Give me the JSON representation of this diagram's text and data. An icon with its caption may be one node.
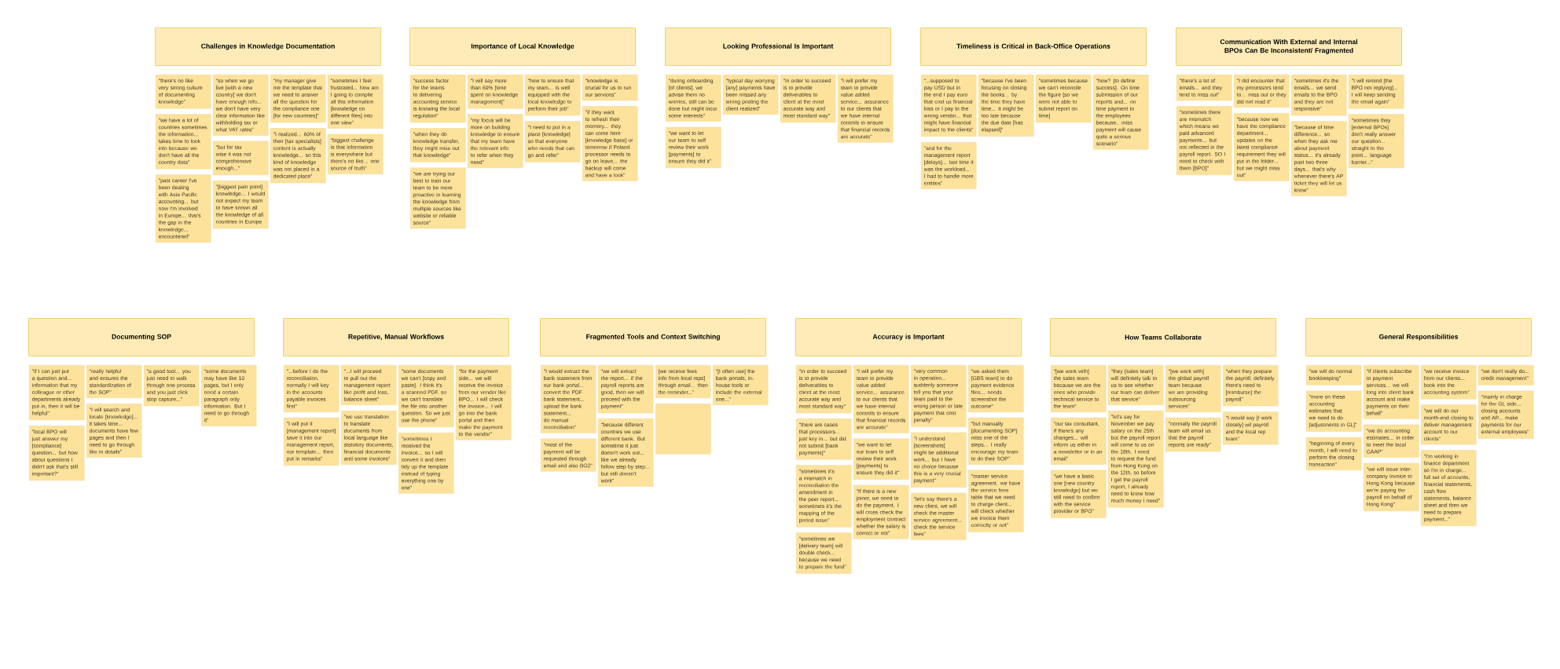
{
  "diagram": {
    "nodes": [
      {
        "text": [
          "Challenges in Knowledge Documentation"
        ]
      },
      {
        "text": [
          "\"there's no like very strong culture of documenting knowledge\""
        ]
      },
      {
        "text": [
          "\"we have a lot of countries sometimes the information... takes time to look into because we don't have all the country data\""
        ]
      },
      {
        "text": [
          "\"past career I've been dealing with Asia Pacific accounting... but now I'm involved in Europe... that's the gap in the knowledge... encountered\""
        ]
      },
      {
        "text": [
          "\"so when we go live [with a new country] we don't have enough info... we don't have very clear information like withholding tax or what VAT rates\""
        ]
      },
      {
        "text": [
          "\"but for tax wise it was not comprehensive enough...\""
        ]
      },
      {
        "text": [
          "\"[biggest pain point] knowledge... I would not expect my team to have known all the knowledge of all countries in Europe"
        ]
      },
      {
        "text": [
          "\"my manager give me the template that we need to answer all the question for the compliance one [for new countries]\""
        ]
      },
      {
        "text": [
          "\"I realized... 60% of their [tax specialists] content is actually knowledge... so this kind of knowledge was not placed in a dedicated place\""
        ]
      },
      {
        "text": [
          "\"sometimes I feel frustrated... how am I going to compile all this information [knowledge on different files] into one view\""
        ]
      },
      {
        "text": [
          "\"biggest challenge is that information is everywhere but there's no like... one source of truth\""
        ]
      },
      {
        "text": [
          "Importance of Local Knowledge"
        ]
      },
      {
        "text": [
          "\"success factor for the teams to delivering accounting service is knowing the local regulation\""
        ]
      },
      {
        "text": [
          "\"when they do knowledge transfer, they might miss out that knowledge\""
        ]
      },
      {
        "text": [
          "\"we are trying our best to train our team to be more proactive in learning the knowledge from multiple sources like website or reliable source\""
        ]
      },
      {
        "text": [
          "\"I will say more than 60% [time spent on knowledge management]\""
        ]
      },
      {
        "text": [
          "\"my focus will be more on building knowledge to ensure that my team have the relevant info to refer when they need\""
        ]
      },
      {
        "text": [
          "\"how to ensure that my team... is well equipped with the local knowledge to perform their job\""
        ]
      },
      {
        "text": [
          "\"I need to put in a place [knowledge] so that everyone who needs that can go and refer\""
        ]
      },
      {
        "text": [
          "\"knowledge is crucial for us to run our services\""
        ]
      },
      {
        "text": [
          "\"if they want to refresh their memory... they can come here [knowledge base] or tomorrow if Poland processor needs to go on leave... the backup will come and have a look\""
        ]
      },
      {
        "text": [
          "Looking Professional Is Important"
        ]
      },
      {
        "text": [
          "\"during onboarding [of clients], we advise them no worries, still can be done but might incur some interests\""
        ]
      },
      {
        "text": [
          "\"we want to let our team to self review their work [payments] to ensure they did it\""
        ]
      },
      {
        "text": [
          "\"typical day worrying [any] payments have been missed any wrong posting the client realized\""
        ]
      },
      {
        "text": [
          "\"in order to succeed is to provide deliverables to client at the most accurate way and most standard way\""
        ]
      },
      {
        "text": [
          "\"I will prefer my team to provide value added service... assurance to our clients that we have internal controls to ensure that financial records are accurate\""
        ]
      },
      {
        "text": [
          "Timeliness is Critical in Back-Office Operations"
        ]
      },
      {
        "text": [
          "\"...supposed to pay USD but in the end I pay euro that cost us financial loss or I pay to the wrong vendor... that might have financial impact to the clients\""
        ]
      },
      {
        "text": [
          "\"and for the management report [delays]... last time it was the workload... I had to handle more entities\""
        ]
      },
      {
        "text": [
          "\"because I've been focusing on closing the books... by the time they have time... it might be too late because the due date [has elapsed]\""
        ]
      },
      {
        "text": [
          "\"sometimes because we can't reconcile the figure [so we were not able to submit report on time]"
        ]
      },
      {
        "text": [
          "\"how? [to define success]. On time submission of our reports and... on time payment to the employees because.. miss payment will cause quite a serious scenario\""
        ]
      },
      {
        "text": [
          "Communication With External and Internal BPOs Can Be Inconsistent/ Fragmented"
        ]
      },
      {
        "text": [
          "\"there's a lot of emails... and they tend to miss out\""
        ]
      },
      {
        "text": [
          "\"sometimes there are mismatch which means we paid advanced payments... but not reflected in the payroll report. SO I need to check with them [BPO]\""
        ]
      },
      {
        "text": [
          "\"I did encounter that my processors tend to... miss out or they did not read it\""
        ]
      },
      {
        "text": [
          "\"because now we have the compliance department... updates on the latest compliance requirement they will put in the folder... but we might miss out\""
        ]
      },
      {
        "text": [
          "\"sometimes it's the emails... we send emails to the BPO and they are not responsive\""
        ]
      },
      {
        "text": [
          "\"because of time difference... so when they ask me about payment status... it's already past two three days... that's why whenever there's AP ticket they will let us know\""
        ]
      },
      {
        "text": [
          "\"I will remind [the BPO not replying]... I will keep sending the email again\""
        ]
      },
      {
        "text": [
          "\"sometimes they [external BPOs] don't really answer our question... straight to the point... language barrier...\""
        ]
      },
      {
        "text": [
          "Documenting SOP"
        ]
      },
      {
        "text": [
          "\"if I can just put a question and... information that my colleague or other departments already put in, then it will be helpful\""
        ]
      },
      {
        "text": [
          "\"local BPO will just answer my [compliance] question... but how about questions I didn't ask that's still important?\""
        ]
      },
      {
        "text": [
          "\"really helpful and ensures the standardization of the SOP\""
        ]
      },
      {
        "text": [
          "\"I will search and locate [knowledge]... it takes time... documents have few pages and then I need to go through like in details\""
        ]
      },
      {
        "text": [
          "\"a good tool... you just need to walk through one process and you just click stop capture...\""
        ]
      },
      {
        "text": [
          "\"some documents may have like 10 pages, but I only need a certain paragraph only information. But I need to go through it\""
        ]
      },
      {
        "text": [
          "Repetitive, Manual Workflows"
        ]
      },
      {
        "text": [
          "\"...before I do the reconciliation, normally I will key in the accounts payable invoices first\""
        ]
      },
      {
        "text": [
          "\"I will put it [management report] save it into our management report, our template... then put in remarks\""
        ]
      },
      {
        "text": [
          "\"...I will proceed to pull out the management report like profit and loss, balance sheet\""
        ]
      },
      {
        "text": [
          "\"we use translation to translate documents from local language like statutory documents, financial documents and some invoices\""
        ]
      },
      {
        "text": [
          "\"some documents we can't [copy and paste]. I think it's a scanned PDF. so we can't translate the file into another question. So we just use the phone\""
        ]
      },
      {
        "text": [
          "\"sometimes I received the invoice... so I will convert it and then tidy up the template instead of typing everything one by one\""
        ]
      },
      {
        "text": [
          "\"for the payment side... we will receive the invoice from our vendor like BPO... I will check the invoice... I will go into the bank portal and then make the payment to the vendor\""
        ]
      },
      {
        "text": [
          "Fragmented Tools and Context Switching"
        ]
      },
      {
        "text": [
          "\"I would extract the bank statement from our bank portal... convert the PDF bank statement... upload the bank statement... do manual reconciliation\""
        ]
      },
      {
        "text": [
          "\"most of the payment will be requested through email and also BO2\""
        ]
      },
      {
        "text": [
          "\"we will extract the report... if the payroll reports are good, then we will proceed with the payment\""
        ]
      },
      {
        "text": [
          "\"because different countries we use different bank. But sometime it just doesn't work out... like we already follow step by step... but still doesn't work\""
        ]
      },
      {
        "text": [
          "[we receive fees info from local reps] through email... then the reminder...\""
        ]
      },
      {
        "text": [],
        "shape": "box"
      },
      {
        "text": [
          "\"[I often use] the bank portals, in-house tools or include the external one...\""
        ]
      },
      {
        "text": [
          "Accuracy is Important"
        ]
      },
      {
        "text": [
          "\"in order to succeed is to provide deliverables to client at the most accurate way and most standard way\""
        ]
      },
      {
        "text": [
          "\"there are cases that processors... just key in... but did not submit [bank payments]\""
        ]
      },
      {
        "text": [
          "\"sometimes it's a mismatch in reconciliation the amendment in the peer report... sometimes it's the mapping of the period issue\""
        ]
      },
      {
        "text": [
          "\"sometimes we [delivery team] will double check... because we need to prepare the fund\""
        ]
      },
      {
        "text": [
          "\"I will prefer my team to provide value added service... assurance to our clients that we have internal controls to ensure that financial records are accurate\""
        ]
      },
      {
        "text": [
          "\"we want to let our team to self review their work [payments] to ensure they did it\""
        ]
      },
      {
        "text": [
          "\"if there is a new joiner, we need to do the payment. I will cross check the employment contract whether the salary is correct or not\""
        ]
      },
      {
        "text": [
          "\"very common in operation... suddenly someone tell you that your team paid to the wrong person or late payment that cost penalty\""
        ]
      },
      {
        "text": [
          "\"I understand [screenshots] might be additional work... but I have no choice because this is a very crucial payment\""
        ]
      },
      {
        "text": [
          "\"let's say there's a new client, we will check the master service agreement... check the service fees\""
        ]
      },
      {
        "text": [
          "\"we asked them [GBS team] to do payment evidence files... needs screenshot the outcome\""
        ]
      },
      {
        "text": [
          "\"but manually [documenting SOP] miss one of the steps... I really encourage my team to do their SOP\""
        ]
      },
      {
        "text": [
          "\"master service agreement. we have the service fees table that we need to charge client... will check whether we invoice them correctly or not\""
        ]
      },
      {
        "text": [
          "How Teams Collaborate"
        ]
      },
      {
        "text": [
          "\"[we work with] the sales team because we are the ones who provide technical service to the team\""
        ]
      },
      {
        "text": [
          "\"our tax consultant, if there's any changes... will inform us either in a newsletter or in an email\""
        ]
      },
      {
        "text": [
          "\"we have a basic one [new country knowledge] but we still need to confirm with the service provider or BPO\""
        ]
      },
      {
        "text": [
          "\"they [sales team] will definitely talk to us to see whether our team can deliver that service\""
        ]
      },
      {
        "text": [
          "\"let's say for November we pay salary on the 25th but the payroll report will come to us on the 18th. I need to request the fund from Hong Kong on the 12th, so before I get the payroll report, I already need to know how much money I need\""
        ]
      },
      {
        "text": [
          "\"[we work with] the global payroll team because we are providing outsourcing services\""
        ]
      },
      {
        "text": [
          "\"normally the payroll team will email us that the payroll reports are ready\""
        ]
      },
      {
        "text": [
          "\"when they prepare the payroll, definitely there's need to [reimburse] the payroll\""
        ]
      },
      {
        "text": [
          "\"I would say [I work closely] wil payroll and the local rep team\""
        ]
      },
      {
        "text": [
          "General Responsibilities"
        ]
      },
      {
        "text": [
          "\"we will do normal bookkeeping\""
        ]
      },
      {
        "text": [
          "\"more on these accounting estimates that we need to do [adjustments in GL]\""
        ]
      },
      {
        "text": [
          "\"beginning of every month, I will need to perform the closing transaction\""
        ]
      },
      {
        "text": [
          "\"if clients subscribe to payment services... we will long into client bank account and make payments on their behalf\""
        ]
      },
      {
        "text": [
          "\"we do accounting estimates... in order to meet the local GAAP\""
        ]
      },
      {
        "text": [
          "\"we will issue inter-company invoice to Hong Kong because we're paying the payroll on behalf of Hong Kong\""
        ]
      },
      {
        "text": [
          "\"we receive invoice from our clients... book into the accounting system\""
        ]
      },
      {
        "text": [
          "\"we will do our month-end closing to deliver management account to our clients\""
        ]
      },
      {
        "text": [
          "\"I'm working in finance department so I'm in charge... full set of accounts, financial statements, cash flow statements, balance sheet and then we need to prepare payment...\""
        ]
      },
      {
        "text": [
          "\"we don't really do... credit management\""
        ]
      },
      {
        "text": [
          "\"mainly in charge for the GL side... closing accounts and AP... make payments for our external employees\""
        ]
      }
    ]
  }
}
